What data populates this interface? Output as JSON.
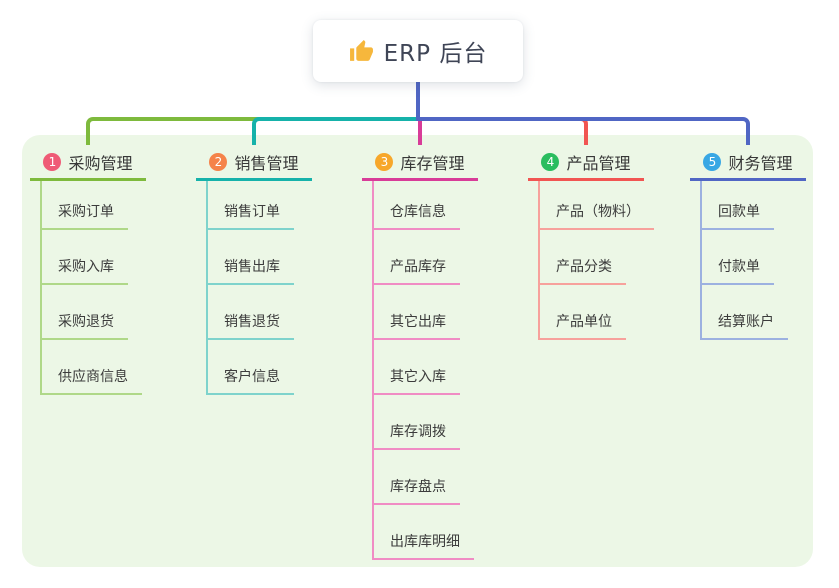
{
  "root": {
    "title": "ERP 后台",
    "icon": "thumbs-up-icon",
    "icon_color": "#f6b73c"
  },
  "branches": [
    {
      "index": "1",
      "title": "采购管理",
      "badge_color": "#ef5b76",
      "line_color": "#7eba3d",
      "child_line_color": "#afd888",
      "children": [
        "采购订单",
        "采购入库",
        "采购退货",
        "供应商信息"
      ]
    },
    {
      "index": "2",
      "title": "销售管理",
      "badge_color": "#f5834a",
      "line_color": "#16b2aa",
      "child_line_color": "#7ed3cc",
      "children": [
        "销售订单",
        "销售出库",
        "销售退货",
        "客户信息"
      ]
    },
    {
      "index": "3",
      "title": "库存管理",
      "badge_color": "#f7a72a",
      "line_color": "#d83c98",
      "child_line_color": "#f08cc4",
      "children": [
        "仓库信息",
        "产品库存",
        "其它出库",
        "其它入库",
        "库存调拨",
        "库存盘点",
        "出库库明细"
      ]
    },
    {
      "index": "4",
      "title": "产品管理",
      "badge_color": "#2abd5f",
      "line_color": "#f15552",
      "child_line_color": "#f7a19c",
      "children": [
        "产品（物料）",
        "产品分类",
        "产品单位"
      ]
    },
    {
      "index": "5",
      "title": "财务管理",
      "badge_color": "#38a7e4",
      "line_color": "#5066c4",
      "child_line_color": "#9cb1e0",
      "children": [
        "回款单",
        "付款单",
        "结算账户"
      ]
    }
  ],
  "colors": {
    "panel_bg": "#ecf7e6",
    "root_line": "#5066c4",
    "canvas_bg": "#ffffff"
  }
}
